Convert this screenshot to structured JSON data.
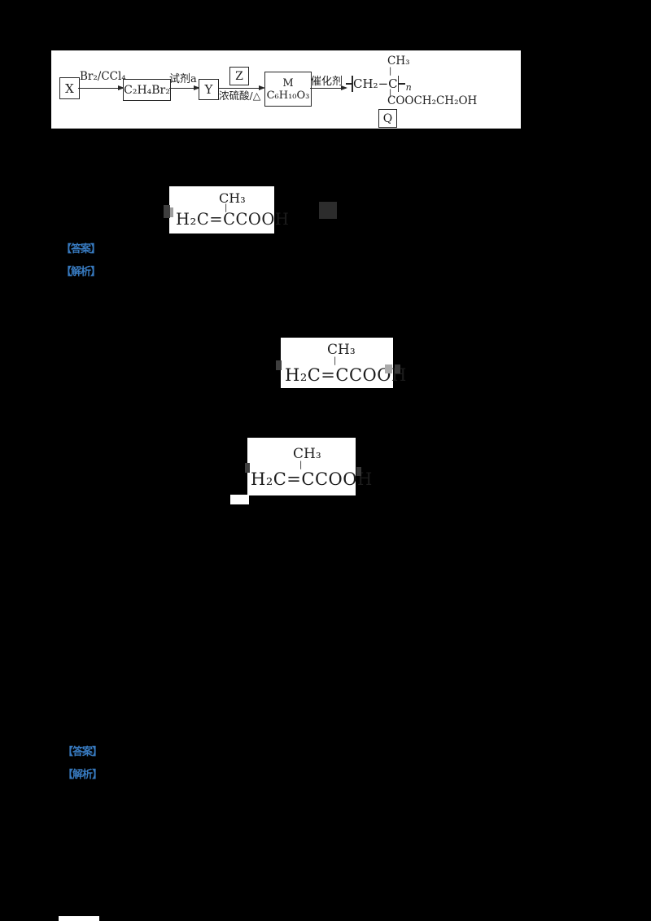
{
  "colors": {
    "background": "#000000",
    "paper": "#FFFFFF",
    "ink": "#1C1C1C",
    "accent_blue": "#3779BE"
  },
  "scheme": {
    "box_x": "X",
    "step1_label": "Br₂/CCl₄",
    "box_c2h4br2": "C₂H₄Br₂",
    "step2_label": "试剂a",
    "box_y": "Y",
    "box_z": "Z",
    "step3_label_below": "浓硫酸/△",
    "box_m_line1": "M",
    "box_m_line2": "C₆H₁₀O₃",
    "step4_label": "催化剂",
    "polymer_top": "CH₃",
    "polymer_bond": "|",
    "polymer_unit": "CH₂−C",
    "polymer_sub": "n",
    "polymer_bottom": "COOCH₂CH₂OH",
    "box_q": "Q"
  },
  "structure": {
    "top": "CH₃",
    "bond": "|",
    "main": "H₂C=CCOOH"
  },
  "labels": {
    "answer": "【答案】",
    "analysis": "【解析】"
  }
}
